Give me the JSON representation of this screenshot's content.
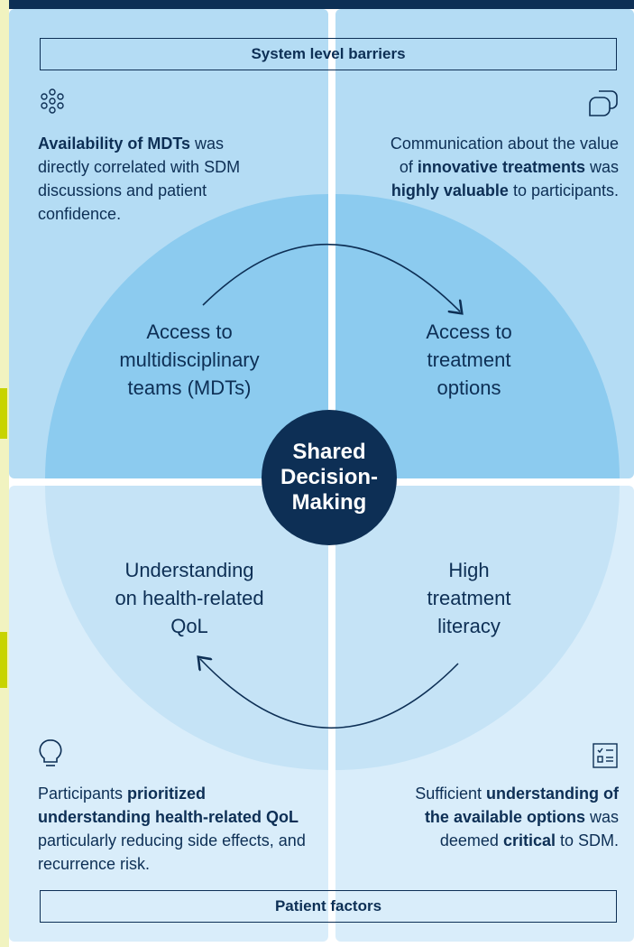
{
  "header": {
    "system_label": "System level barriers",
    "patient_label": "Patient factors"
  },
  "center": {
    "line1": "Shared",
    "line2": "Decision-",
    "line3": "Making"
  },
  "quadrants": {
    "top_left": {
      "lines": [
        "Access to",
        "multidisciplinary",
        "teams (MDTs)"
      ]
    },
    "top_right": {
      "lines": [
        "Access to",
        "treatment",
        "options"
      ]
    },
    "bottom_left": {
      "lines": [
        "Understanding",
        "on health-related",
        "QoL"
      ]
    },
    "bottom_right": {
      "lines": [
        "High",
        "treatment",
        "literacy"
      ]
    }
  },
  "callouts": {
    "top_left": {
      "icon": "network-icon",
      "segments": [
        {
          "text": "Availability of MDTs",
          "bold": true
        },
        {
          "text": " was directly correlated with SDM discussions and patient confidence.",
          "bold": false
        }
      ]
    },
    "top_right": {
      "icon": "chat-bubbles-icon",
      "segments": [
        {
          "text": "Communication about the value of ",
          "bold": false
        },
        {
          "text": "innovative treatments",
          "bold": true
        },
        {
          "text": " was ",
          "bold": false
        },
        {
          "text": "highly valuable",
          "bold": true
        },
        {
          "text": " to participants.",
          "bold": false
        }
      ]
    },
    "bottom_left": {
      "icon": "lightbulb-icon",
      "segments": [
        {
          "text": "Participants ",
          "bold": false
        },
        {
          "text": "prioritized understanding health-related QoL",
          "bold": true
        },
        {
          "text": " particularly reducing side effects, and recurrence risk.",
          "bold": false
        }
      ]
    },
    "bottom_right": {
      "icon": "checklist-icon",
      "segments": [
        {
          "text": "Sufficient ",
          "bold": false
        },
        {
          "text": "understanding of the available options",
          "bold": true
        },
        {
          "text": " was deemed ",
          "bold": false
        },
        {
          "text": "critical",
          "bold": true
        },
        {
          "text": " to SDM.",
          "bold": false
        }
      ]
    }
  },
  "colors": {
    "navy": "#0d2f55",
    "top_panel": "#b4dcf4",
    "top_petal": "#8ccbef",
    "bottom_panel": "#d9edfa",
    "bottom_petal": "#c5e3f6",
    "side_accent": "#c8d400",
    "side_border": "#f1f3c0"
  }
}
